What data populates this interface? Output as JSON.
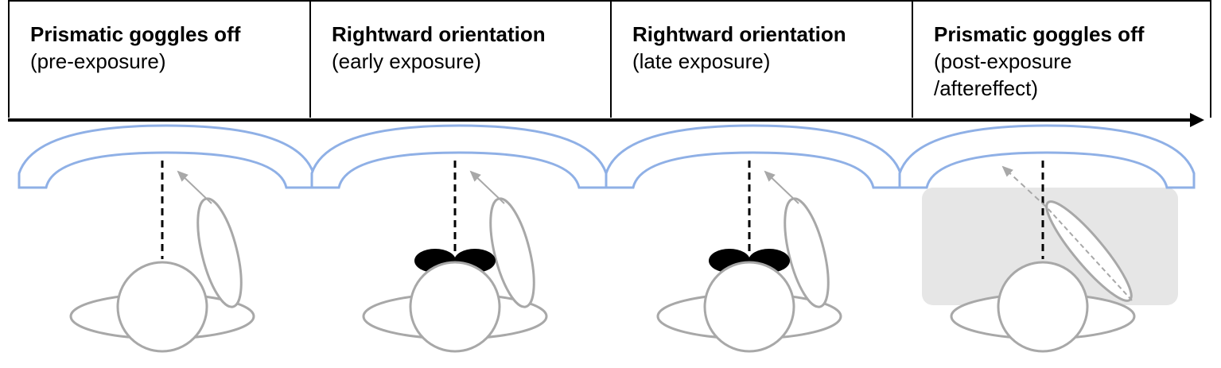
{
  "phases": [
    {
      "title": "Prismatic goggles off",
      "subtitle": "(pre-exposure)",
      "goggles": false,
      "arm_variant": "pointing-right",
      "highlight": false
    },
    {
      "title": "Rightward orientation",
      "subtitle": "(early exposure)",
      "goggles": true,
      "arm_variant": "pointing-right",
      "highlight": false
    },
    {
      "title": "Rightward orientation",
      "subtitle": "(late exposure)",
      "goggles": true,
      "arm_variant": "pointing-right",
      "highlight": false
    },
    {
      "title": "Prismatic goggles off",
      "subtitle": "(post-exposure\n/aftereffect)",
      "goggles": false,
      "arm_variant": "pointing-left",
      "highlight": true
    }
  ],
  "colors": {
    "board": "#8fb0e6",
    "outline": "#a8a8a8",
    "goggles": "#000000",
    "highlight": "#e6e6e6",
    "pointing_arrow": "#a8a8a8",
    "midline": "#000000"
  }
}
